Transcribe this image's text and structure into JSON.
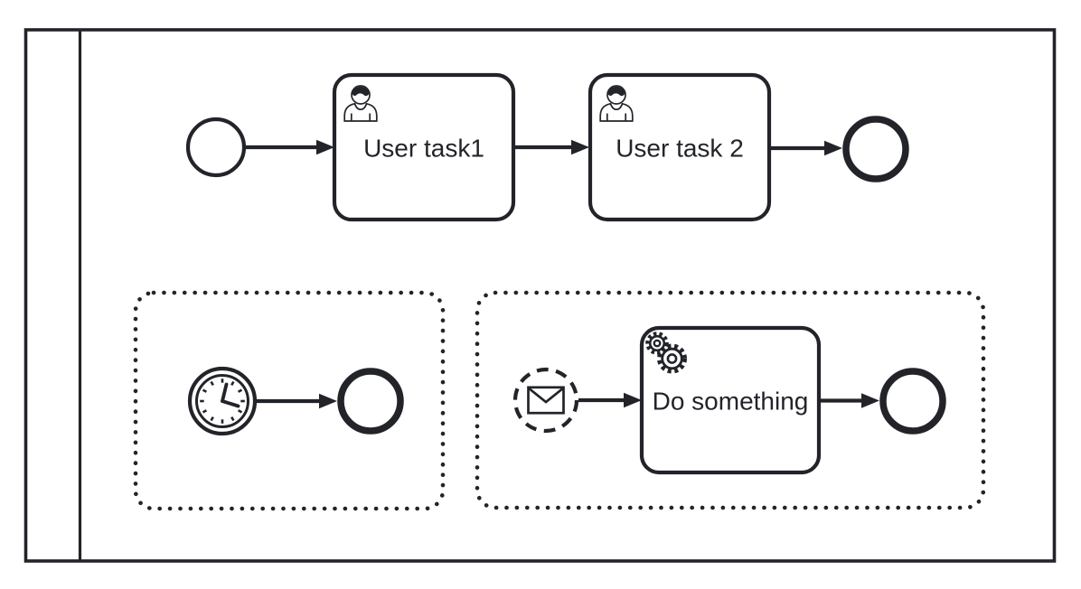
{
  "diagram": {
    "kind": "bpmn-process-diagram",
    "colors": {
      "stroke": "#22242a",
      "shape_fill": "#ffffff",
      "background": "#ffffff",
      "label_text": "#22242a"
    },
    "pool": {
      "label": "",
      "lane_count": 1
    },
    "main_flow": {
      "start_event": {
        "type": "start-event-none",
        "shape": "thin-circle"
      },
      "tasks": [
        {
          "label": "User task1",
          "type": "user-task",
          "icon": "user-icon"
        },
        {
          "label": "User task 2",
          "type": "user-task",
          "icon": "user-icon"
        }
      ],
      "end_event": {
        "type": "end-event-none",
        "shape": "thick-circle"
      },
      "sequence_flows": 3
    },
    "event_subprocesses": [
      {
        "border_style": "dotted",
        "start_event": {
          "type": "timer-start-event",
          "icon": "clock-icon",
          "shape": "double-circle"
        },
        "end_event": {
          "type": "end-event-none",
          "shape": "thick-circle"
        },
        "sequence_flows": 1
      },
      {
        "border_style": "dotted",
        "start_event": {
          "type": "message-start-event-non-interrupting",
          "icon": "envelope-icon",
          "shape": "dashed-circle"
        },
        "task": {
          "label": "Do something",
          "type": "service-task",
          "icon": "gears-icon"
        },
        "end_event": {
          "type": "end-event-none",
          "shape": "thick-circle"
        },
        "sequence_flows": 2
      }
    ]
  }
}
